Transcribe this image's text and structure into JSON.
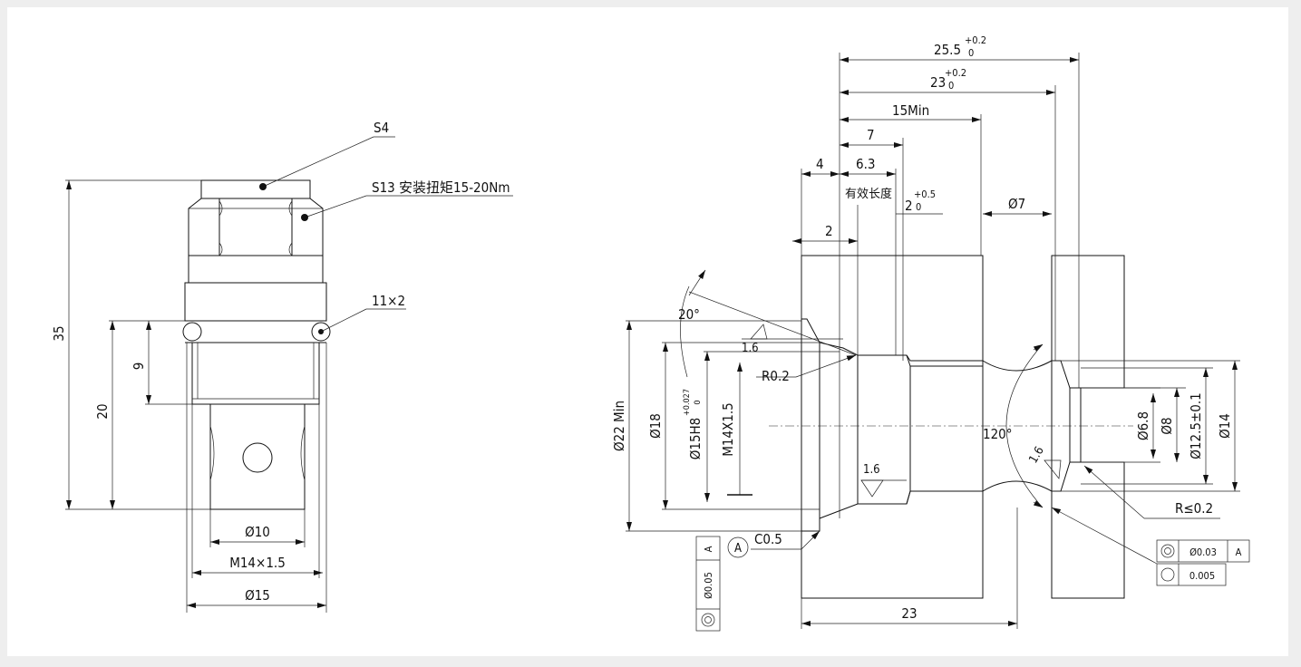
{
  "left_view": {
    "callouts": {
      "s4": "S4",
      "s13": "S13 安装扭矩15-20Nm",
      "oring": "11×2"
    },
    "dims": {
      "total": "35",
      "thread_len": "20",
      "nine": "9",
      "d10": "Ø10",
      "m14": "M14×1.5",
      "d15": "Ø15"
    }
  },
  "right_view": {
    "top_dims": {
      "d255": "25.5",
      "d255_tol_upper": "+0.2",
      "d255_tol_lower": "0",
      "d23": "23",
      "d23_tol_upper": "+0.2",
      "d23_tol_lower": "0",
      "min15": "15Min",
      "seven": "7",
      "four": "4",
      "six3": "6.3",
      "effective_len": "有效长度",
      "two_a": "2",
      "two_a_tol_upper": "+0.5",
      "two_a_tol_lower": "0",
      "two_b": "2",
      "phi7": "Ø7"
    },
    "side_dims": {
      "angle20": "20°",
      "rough1": "1.6",
      "r02": "R0.2",
      "d22min": "Ø22 Min",
      "d18": "Ø18",
      "d15h8": "Ø15H8",
      "d15h8_tol_upper": "+0.027",
      "d15h8_tol_lower": "0",
      "m14x15": "M14X1.5",
      "rough2": "1.6",
      "c05": "C0.5",
      "datum_a": "A",
      "tol_bottom_datum": "A",
      "tol_bottom_value": "Ø0.05"
    },
    "right_dims": {
      "angle120": "120°",
      "rough3": "1.6",
      "d68": "Ø6.8",
      "d8": "Ø8",
      "d125": "Ø12.5±0.1",
      "d14": "Ø14",
      "rmax": "R≤0.2",
      "fcf1_value": "Ø0.03",
      "fcf1_datum": "A",
      "fcf2_value": "0.005",
      "bottom23": "23"
    }
  }
}
